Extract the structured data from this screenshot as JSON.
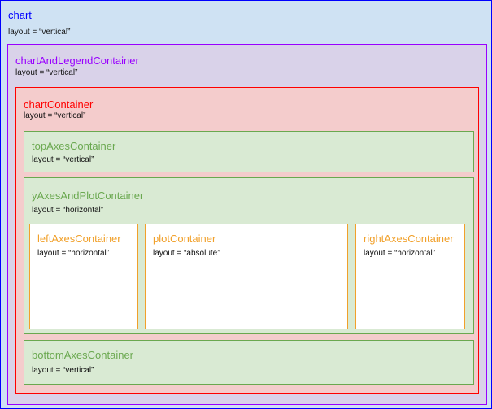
{
  "chart": {
    "name": "chart",
    "layout": "layout = “vertical”"
  },
  "chartAndLegendContainer": {
    "name": "chartAndLegendContainer",
    "layout": "layout = “vertical”"
  },
  "chartContainer": {
    "name": "chartContainer",
    "layout": "layout = “vertical”"
  },
  "topAxesContainer": {
    "name": "topAxesContainer",
    "layout": "layout = “vertical”"
  },
  "yAxesAndPlotContainer": {
    "name": "yAxesAndPlotContainer",
    "layout": "layout = “horizontal”"
  },
  "leftAxesContainer": {
    "name": "leftAxesContainer",
    "layout": "layout = “horizontal”"
  },
  "plotContainer": {
    "name": "plotContainer",
    "layout": "layout = “absolute”"
  },
  "rightAxesContainer": {
    "name": "rightAxesContainer",
    "layout": "layout = “horizontal”"
  },
  "bottomAxesContainer": {
    "name": "bottomAxesContainer",
    "layout": "layout = “vertical”"
  },
  "colors": {
    "chart": "#0000ff",
    "chartAndLegendContainer": "#9900ff",
    "chartContainer": "#ff0000",
    "axesContainers": "#6aa84f",
    "innerContainers": "#f1a02a"
  }
}
